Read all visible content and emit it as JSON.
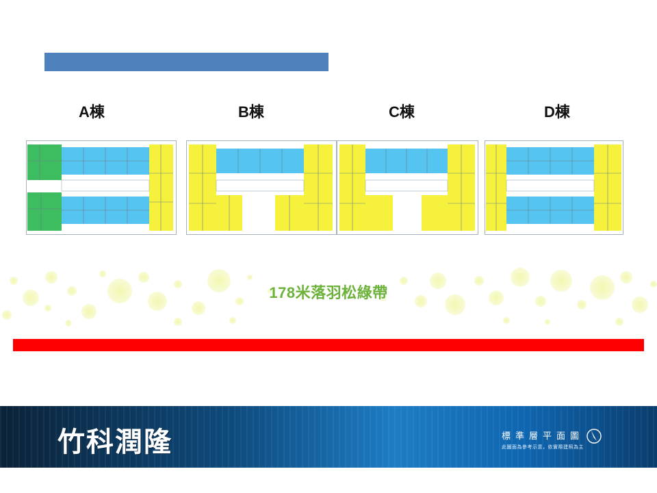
{
  "buildings": [
    {
      "label": "A棟"
    },
    {
      "label": "B棟"
    },
    {
      "label": "C棟"
    },
    {
      "label": "D棟"
    }
  ],
  "greenbelt_text": "178米落羽松綠帶",
  "footer": {
    "brand": "竹科潤隆",
    "title": "標準層平面圖",
    "note": "此圖面為參考示意，依實際建照為主",
    "compass_icon": "north-arrow-icon"
  },
  "colors": {
    "header_bar": "#4f81bd",
    "red_bar": "#ff0000",
    "unit_blue": "#56c4f0",
    "unit_yellow": "#f6f13c",
    "unit_green": "#3dbd5f",
    "greenbelt_text": "#6cb23a"
  }
}
